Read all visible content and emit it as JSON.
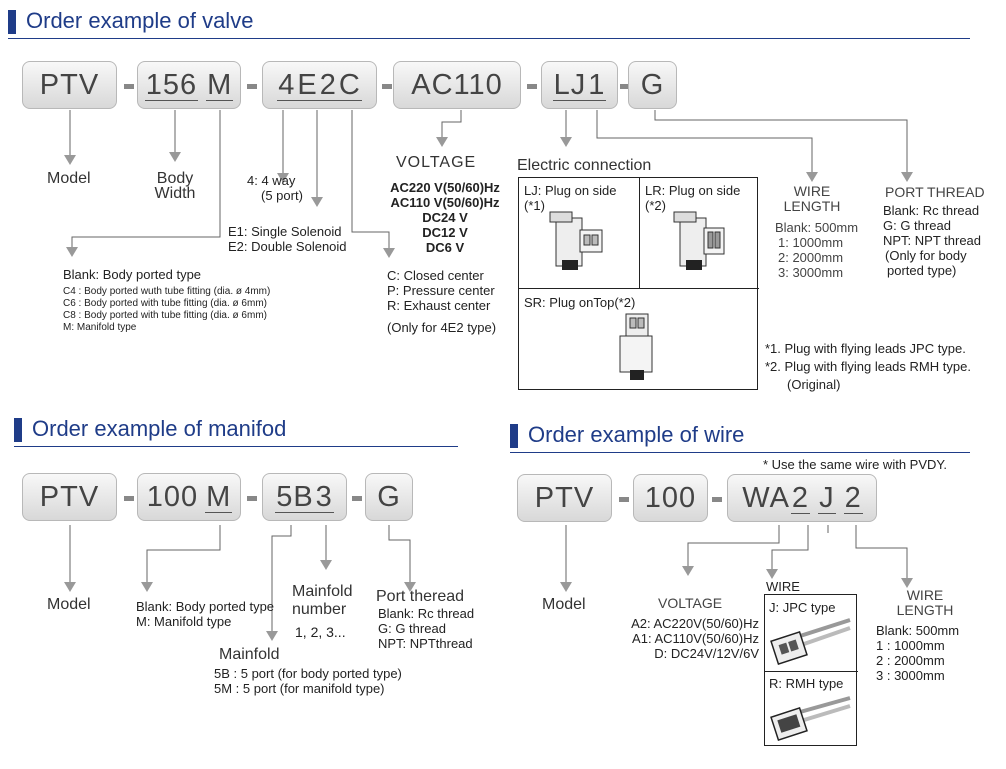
{
  "valve": {
    "section_title": "Order example of valve",
    "codes": {
      "ptv": "PTV",
      "width_num": "156",
      "width_m": "M",
      "way": "4",
      "sol": "E",
      "center1": "2",
      "center2": "C",
      "voltage": "AC110",
      "conn": "LJ",
      "wire_len": "1",
      "port": "G"
    },
    "model_label": "Model",
    "body_width_label": [
      "Body",
      "Width"
    ],
    "way_desc": [
      "4: 4 way",
      "(5 port)"
    ],
    "solenoid": [
      "E1: Single Solenoid",
      "E2: Double Solenoid"
    ],
    "body_type": [
      "Blank: Body ported type",
      "C4 : Body ported wuth tube fitting (dia. ø 4mm)",
      "C6 : Body ported with tube fitting (dia. ø 6mm)",
      "C8 : Body ported with tube fitting (dia. ø 6mm)",
      "M: Manifold type"
    ],
    "voltage_title": "VOLTAGE",
    "voltages": [
      "AC220 V(50/60)Hz",
      "AC110 V(50/60)Hz",
      "DC24 V",
      "DC12 V",
      "DC6 V"
    ],
    "centers": [
      "C: Closed center",
      "P: Pressure center",
      "R: Exhaust center"
    ],
    "center_note": "(Only for 4E2 type)",
    "conn_title": "Electric connection",
    "lj": [
      "LJ: Plug on side",
      "(*1)"
    ],
    "lr": [
      "LR: Plug on side",
      "(*2)"
    ],
    "sr": "SR: Plug onTop(*2)",
    "wire_title": [
      "WIRE",
      "LENGTH"
    ],
    "wire_lengths": [
      "Blank: 500mm",
      "1: 1000mm",
      "2: 2000mm",
      "3: 3000mm"
    ],
    "port_title": "PORT THREAD",
    "ports": [
      "Blank: Rc thread",
      "G: G thread",
      "NPT: NPT thread",
      "(Only for body",
      "ported type)"
    ],
    "notes": [
      "*1. Plug with flying leads JPC type.",
      "*2. Plug with flying leads RMH type.",
      "(Original)"
    ]
  },
  "manifold": {
    "section_title": "Order example of manifod",
    "codes": {
      "ptv": "PTV",
      "num": "100",
      "m": "M",
      "ports": "5B",
      "stations": "3",
      "thread": "G"
    },
    "model_label": "Model",
    "type_desc": [
      "Blank: Body ported type",
      "M: Manifold type"
    ],
    "station_title": [
      "Mainfold",
      "number"
    ],
    "station_values": "1, 2, 3...",
    "thread_title": "Port theread",
    "threads": [
      "Blank: Rc thread",
      "G: G thread",
      "NPT: NPTthread"
    ],
    "mainfold_title": "Mainfold",
    "mainfolds": [
      "5B : 5 port (for body ported type)",
      "5M : 5 port (for manifold type)"
    ]
  },
  "wire": {
    "section_title": "Order example of wire",
    "note": "* Use the same wire with PVDY.",
    "codes": {
      "ptv": "PTV",
      "num": "100",
      "wa": "WA",
      "v": "2",
      "j": "J",
      "len": "2"
    },
    "model_label": "Model",
    "voltage_title": "VOLTAGE",
    "voltages": [
      "A2: AC220V(50/60)Hz",
      "A1: AC110V(50/60)Hz",
      "D: DC24V/12V/6V"
    ],
    "wire_title": "WIRE",
    "jpc": "J: JPC type",
    "rmh": "R: RMH type",
    "len_title": [
      "WIRE",
      "LENGTH"
    ],
    "lengths": [
      "Blank: 500mm",
      "1 : 1000mm",
      "2 : 2000mm",
      "3 : 3000mm"
    ]
  }
}
